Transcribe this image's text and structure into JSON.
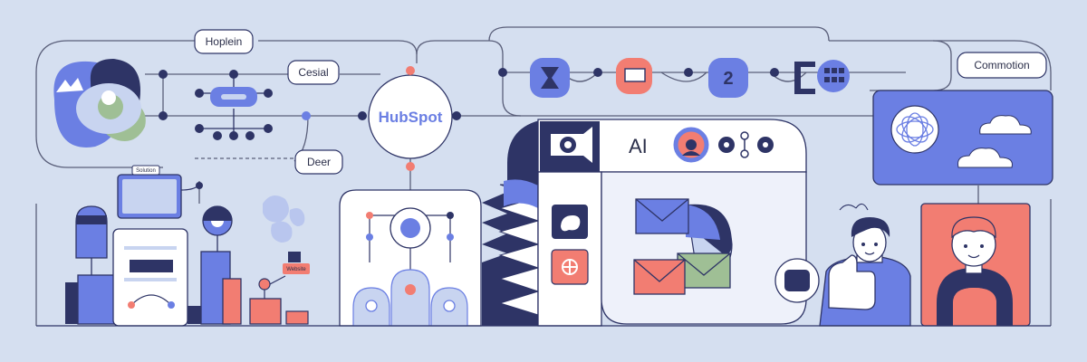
{
  "labels": {
    "hoplein": "Hoplein",
    "cesial": "Cesial",
    "deer": "Deer",
    "brand": "HubSpot",
    "ai": "AI",
    "number": "2",
    "commotion": "Commotion",
    "tiny_screen": "Solution",
    "tiny_tag": "Website"
  },
  "colors": {
    "background": "#d5dff0",
    "ink": "#2e3466",
    "line": "#5a5f7a",
    "periwinkle": "#6b7fe3",
    "coral": "#f27d72",
    "sage": "#9fbf95",
    "panel": "#eef1fa",
    "white": "#ffffff"
  },
  "icons": [
    "cloud-icon",
    "envelope-icon",
    "gear-icon",
    "camera-icon",
    "flower-icon",
    "connector-dot-icon"
  ]
}
